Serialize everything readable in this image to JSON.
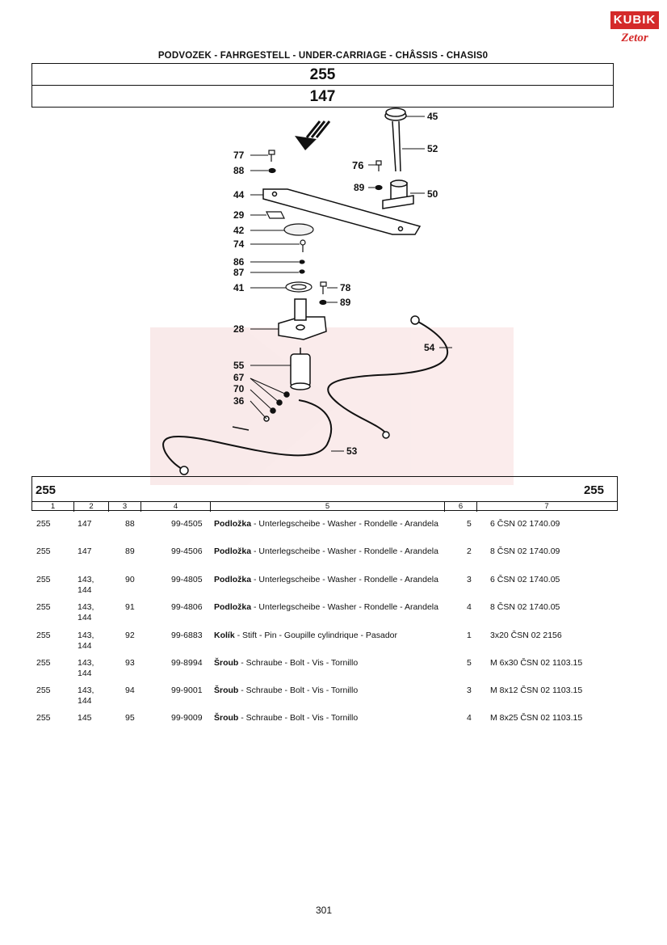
{
  "brand": {
    "top": "KUBIK",
    "bottom": "Zetor"
  },
  "header": {
    "title": "PODVOZEK - FAHRGESTELL - UNDER-CARRIAGE - CHÂSSIS - CHASIS0",
    "group_number": "255",
    "figure_number": "147"
  },
  "watermark": "KUBIK Zetor",
  "diagram": {
    "callouts": {
      "c45": "45",
      "c52": "52",
      "c77": "77",
      "c88": "88",
      "c76": "76",
      "c89a": "89",
      "c50": "50",
      "c44": "44",
      "c29": "29",
      "c42": "42",
      "c74": "74",
      "c86": "86",
      "c87": "87",
      "c41": "41",
      "c78": "78",
      "c89b": "89",
      "c28": "28",
      "c54": "54",
      "c55": "55",
      "c67": "67",
      "c70": "70",
      "c36": "36",
      "c53": "53"
    }
  },
  "table": {
    "group_left": "255",
    "group_right": "255",
    "columns": [
      "1",
      "2",
      "3",
      "4",
      "5",
      "6",
      "7"
    ],
    "rows": [
      {
        "group": "255",
        "fig": "147",
        "pos": "88",
        "part": "99-4505",
        "name": "Podložka",
        "desc": " - Unterlegscheibe - Washer - Rondelle - Arandela",
        "qty": "5",
        "std": "6 ČSN 02 1740.09"
      },
      {
        "group": "255",
        "fig": "147",
        "pos": "89",
        "part": "99-4506",
        "name": "Podložka",
        "desc": " - Unterlegscheibe - Washer - Rondelle - Arandela",
        "qty": "2",
        "std": "8 ČSN 02 1740.09"
      },
      {
        "group": "255",
        "fig": "143, 144",
        "pos": "90",
        "part": "99-4805",
        "name": "Podložka",
        "desc": " - Unterlegscheibe - Washer - Rondelle - Arandela",
        "qty": "3",
        "std": "6 ČSN 02 1740.05"
      },
      {
        "group": "255",
        "fig": "143, 144",
        "pos": "91",
        "part": "99-4806",
        "name": "Podložka",
        "desc": " - Unterlegscheibe - Washer - Rondelle - Arandela",
        "qty": "4",
        "std": "8 ČSN 02 1740.05"
      },
      {
        "group": "255",
        "fig": "143, 144",
        "pos": "92",
        "part": "99-6883",
        "name": "Kolík",
        "desc": " - Stift - Pin - Goupille cylindrique - Pasador",
        "qty": "1",
        "std": "3x20 ČSN 02 2156"
      },
      {
        "group": "255",
        "fig": "143, 144",
        "pos": "93",
        "part": "99-8994",
        "name": "Šroub",
        "desc": " - Schraube - Bolt - Vis - Tornillo",
        "qty": "5",
        "std": "M 6x30 ČSN 02 1103.15"
      },
      {
        "group": "255",
        "fig": "143, 144",
        "pos": "94",
        "part": "99-9001",
        "name": "Šroub",
        "desc": " - Schraube - Bolt - Vis - Tornillo",
        "qty": "3",
        "std": "M 8x12 ČSN 02 1103.15"
      },
      {
        "group": "255",
        "fig": "145",
        "pos": "95",
        "part": "99-9009",
        "name": "Šroub",
        "desc": " - Schraube - Bolt - Vis - Tornillo",
        "qty": "4",
        "std": "M 8x25 ČSN 02 1103.15"
      }
    ]
  },
  "footer": {
    "page_number": "301"
  }
}
